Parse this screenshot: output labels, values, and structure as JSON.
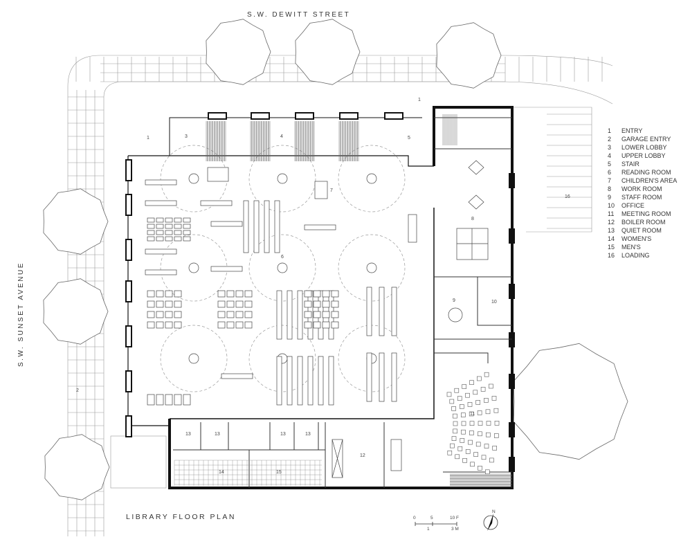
{
  "streets": {
    "north": "S.W. DEWITT STREET",
    "west": "S.W. SUNSET AVENUE"
  },
  "title": "LIBRARY FLOOR PLAN",
  "legend": [
    {
      "num": "1",
      "label": "ENTRY"
    },
    {
      "num": "2",
      "label": "GARAGE ENTRY"
    },
    {
      "num": "3",
      "label": "LOWER LOBBY"
    },
    {
      "num": "4",
      "label": "UPPER LOBBY"
    },
    {
      "num": "5",
      "label": "STAIR"
    },
    {
      "num": "6",
      "label": "READING ROOM"
    },
    {
      "num": "7",
      "label": "CHILDREN'S AREA"
    },
    {
      "num": "8",
      "label": "WORK ROOM"
    },
    {
      "num": "9",
      "label": "STAFF ROOM"
    },
    {
      "num": "10",
      "label": "OFFICE"
    },
    {
      "num": "11",
      "label": "MEETING ROOM"
    },
    {
      "num": "12",
      "label": "BOILER ROOM"
    },
    {
      "num": "13",
      "label": "QUIET ROOM"
    },
    {
      "num": "14",
      "label": "WOMEN'S"
    },
    {
      "num": "15",
      "label": "MEN'S"
    },
    {
      "num": "16",
      "label": "LOADING"
    }
  ],
  "room_labels": [
    "1",
    "1",
    "2",
    "3",
    "4",
    "5",
    "6",
    "7",
    "8",
    "9",
    "10",
    "11",
    "12",
    "13",
    "13",
    "13",
    "13",
    "14",
    "15",
    "16"
  ],
  "scale": {
    "feet": [
      "0",
      "5",
      "10 F"
    ],
    "meters": [
      "1",
      "3 M"
    ]
  },
  "north_arrow": "N",
  "colors": {
    "wall": "#111111",
    "line": "#555555",
    "dashed": "#888888"
  }
}
